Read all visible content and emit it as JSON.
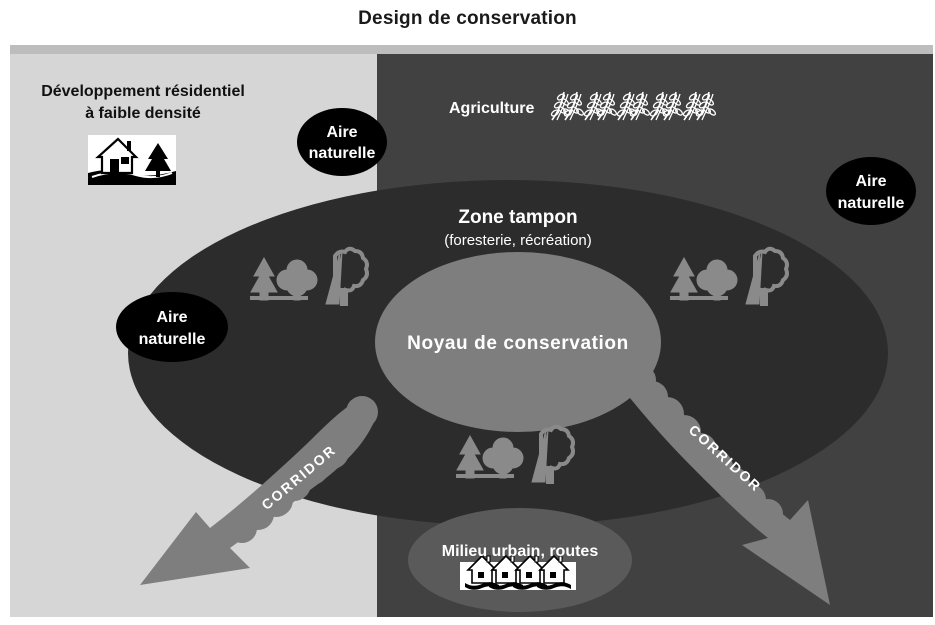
{
  "title": "Design de conservation",
  "residential": {
    "line1": "Développement résidentiel",
    "line2": "à faible densité"
  },
  "agriculture": "Agriculture",
  "natural_area": {
    "line1": "Aire",
    "line2": "naturelle"
  },
  "buffer_zone": {
    "title": "Zone tampon",
    "subtitle": "(foresterie, récréation)"
  },
  "core": "Noyau de conservation",
  "corridor": "CORRIDOR",
  "urban": "Milieu urbain, routes",
  "colors": {
    "background_light": "#d6d6d6",
    "background_dark": "#414141",
    "buffer_zone": "#2c2c2c",
    "core": "#7e7e7e",
    "corridor": "#7e7e7e",
    "natural_area": "#000000",
    "top_bar": "#bdbdbd"
  }
}
